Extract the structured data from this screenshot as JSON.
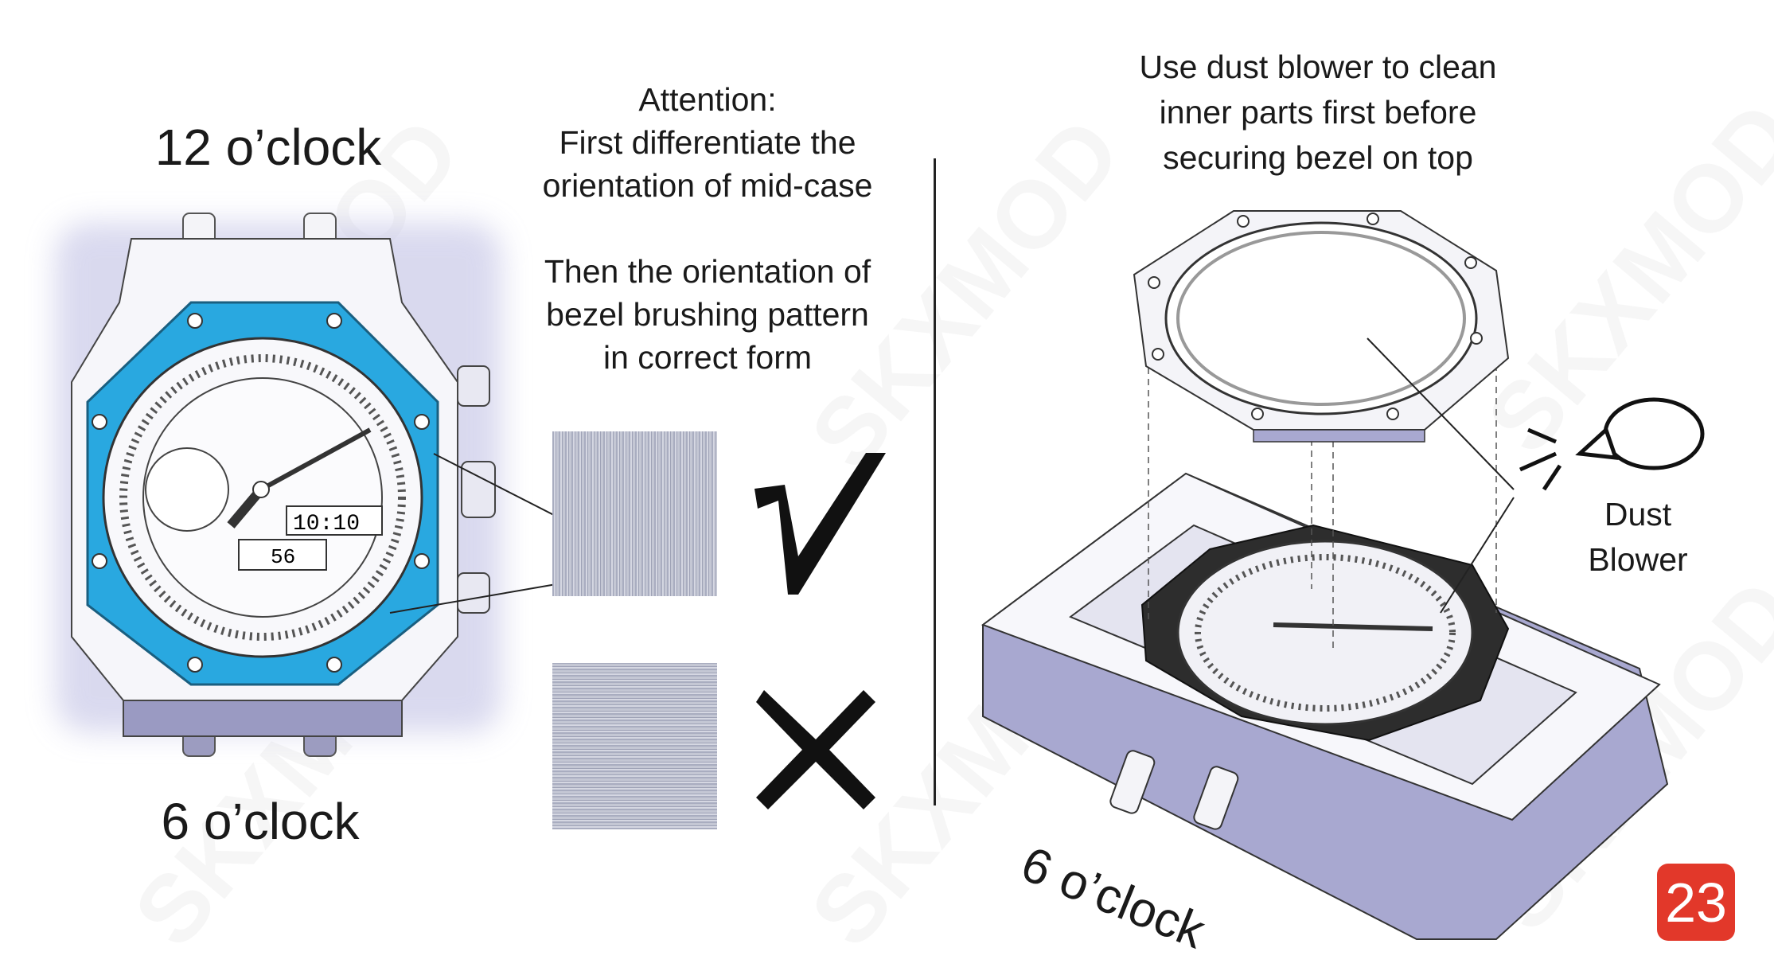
{
  "watermark": "SKXMOD",
  "left_panel": {
    "top_label": "12 o’clock",
    "bottom_label": "6 o’clock",
    "watch_display_time": "10:10",
    "watch_display_seconds": "56"
  },
  "middle_panel": {
    "attention_lines": [
      "Attention:",
      "First differentiate the",
      "orientation of mid-case"
    ],
    "then_lines": [
      "Then the orientation of",
      "bezel brushing pattern",
      "in correct form"
    ],
    "correct_mark": "√",
    "wrong_mark": "✕"
  },
  "right_panel": {
    "instruction_lines": [
      "Use dust blower to clean",
      "inner parts first before",
      "securing bezel on top"
    ],
    "dust_blower_lines": [
      "Dust",
      "Blower"
    ],
    "bottom_label": "6 o’clock"
  },
  "page_number": "23",
  "colors": {
    "bezel_blue": "#29a8e0",
    "badge_red": "#e2382a",
    "case_shadow": "#8f8fb8"
  }
}
